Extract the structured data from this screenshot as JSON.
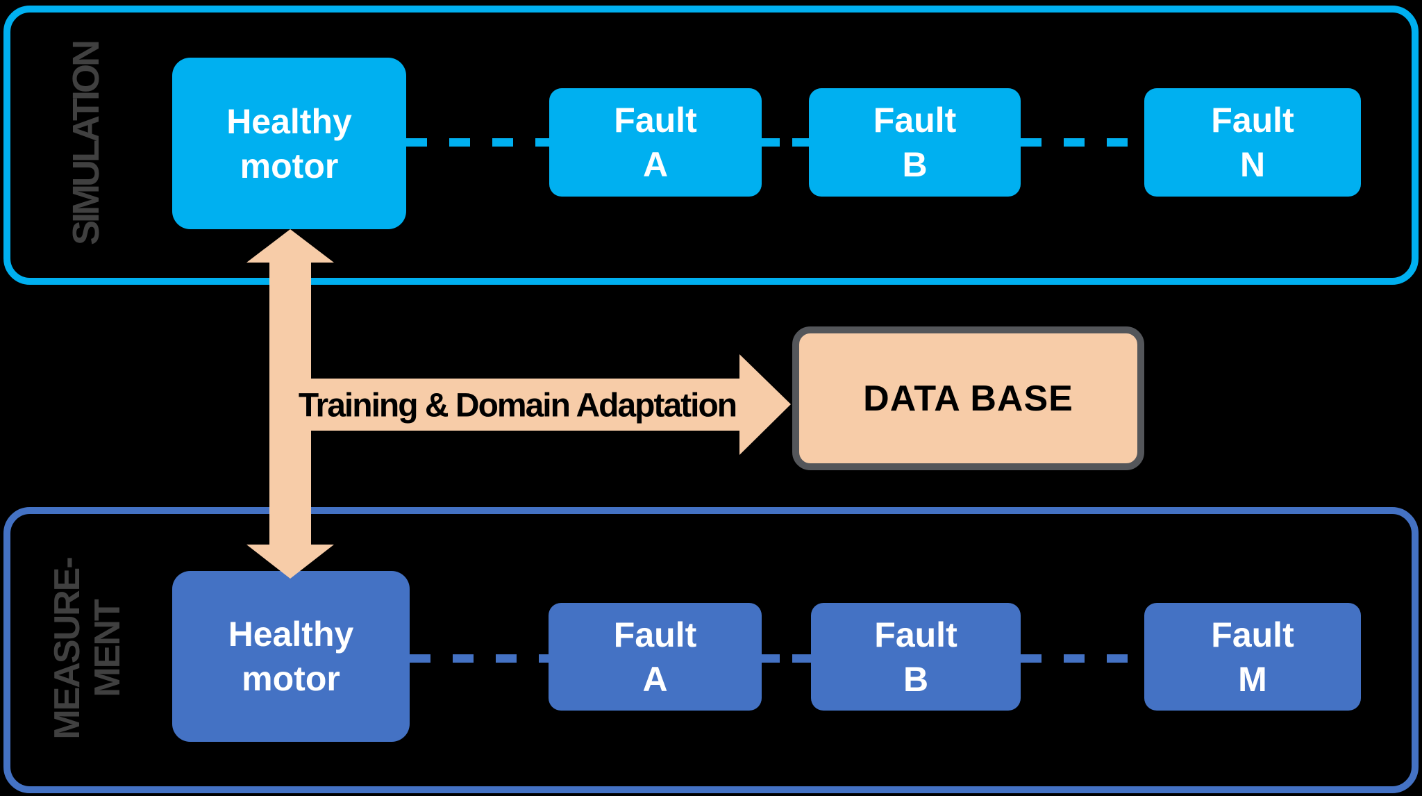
{
  "colors": {
    "cyan": "#00B0F0",
    "blue": "#4472C4",
    "peach": "#F7CCA8",
    "db_border": "#54565A",
    "label_gray": "#404040",
    "background": "#000000",
    "box_text": "#FFFFFF",
    "dark_text": "#000000"
  },
  "diagram": {
    "sections": {
      "simulation": {
        "label": "SIMULATION",
        "healthy_motor": "Healthy\nmotor",
        "faults": [
          "Fault\nA",
          "Fault\nB",
          "Fault\nN"
        ]
      },
      "measurement": {
        "label": "MEASURE-\nMENT",
        "healthy_motor": "Healthy\nmotor",
        "faults": [
          "Fault\nA",
          "Fault\nB",
          "Fault\nM"
        ]
      }
    },
    "transfer": {
      "arrow_label": "Training & Domain Adaptation"
    },
    "database": {
      "label": "DATA BASE"
    }
  }
}
